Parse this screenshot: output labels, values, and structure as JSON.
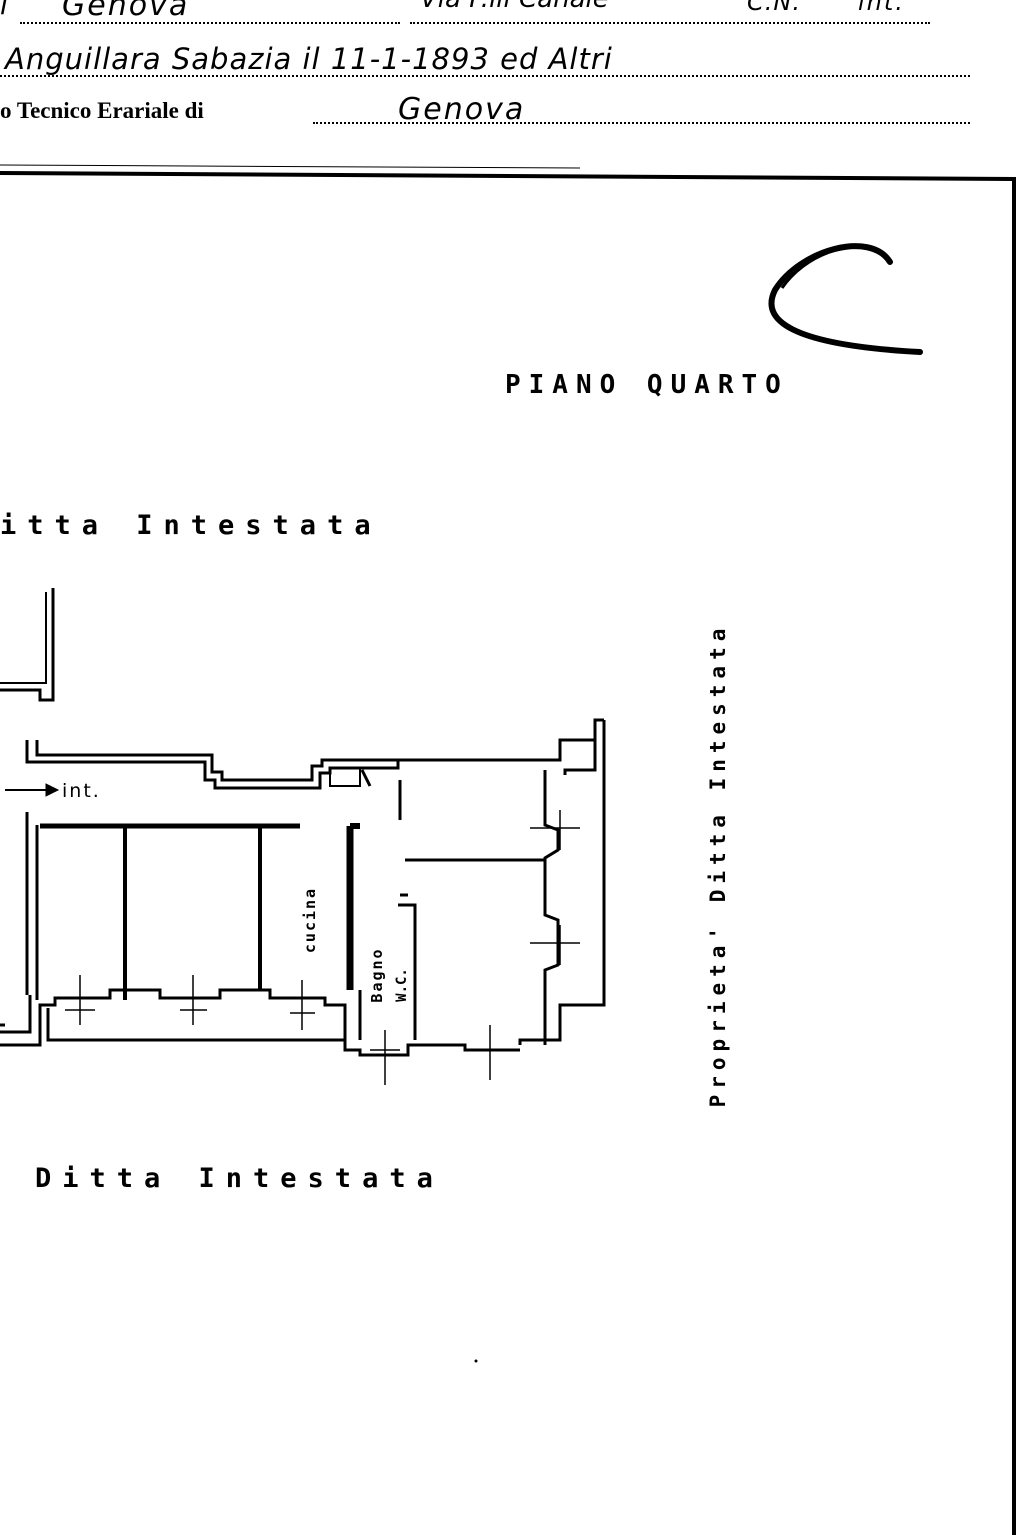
{
  "header": {
    "comune_prefix": "i",
    "comune_value": "Genova",
    "via_value": "Via F.lli Canale",
    "civico_value": "C.N.",
    "interno_value": "int.",
    "ditta_value": "Anguillara Sabazia il 11-1-1893 ed Altri",
    "ufficio_label": "o Tecnico Erariale di",
    "ufficio_value": "Genova"
  },
  "sheet": {
    "floor_label": "PIANO QUARTO",
    "signature": "C"
  },
  "plan": {
    "top_label": "itta   Intestata",
    "bottom_label": "Ditta   Intestata",
    "right_label": "Proprieta' Ditta Intestata",
    "entry_label": "int.",
    "rooms": {
      "kitchen": "cucina",
      "bath": "Bagno",
      "wc": "W.C."
    }
  }
}
